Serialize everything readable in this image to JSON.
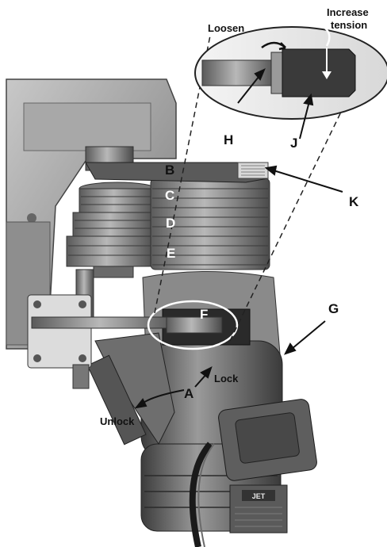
{
  "figure": {
    "labels": {
      "A": "A",
      "B": "B",
      "C": "C",
      "D": "D",
      "E": "E",
      "F": "F",
      "G": "G",
      "H": "H",
      "J": "J",
      "K": "K"
    },
    "annotations": {
      "loosen": "Loosen",
      "increase": "Increase",
      "tension": "tension",
      "lock": "Lock",
      "unlock": "Unlock"
    },
    "nameplate": "JET"
  }
}
